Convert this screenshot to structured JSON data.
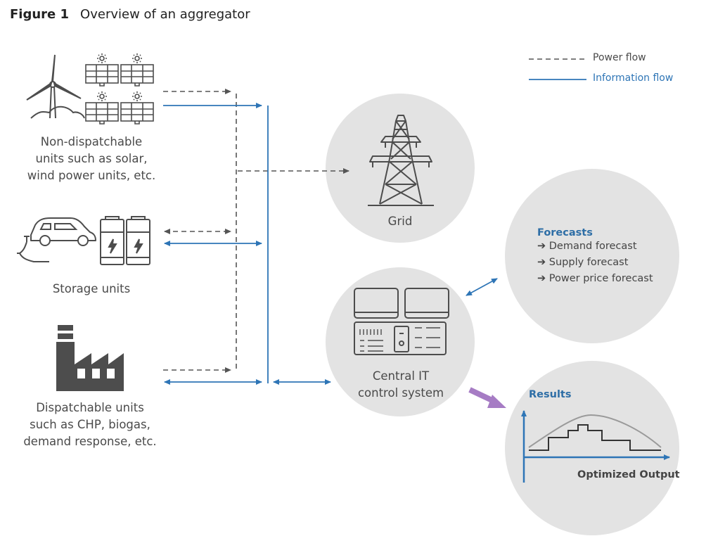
{
  "figure": {
    "number": "Figure 1",
    "title": "Overview of an aggregator"
  },
  "legend": {
    "power_flow": "Power flow",
    "information_flow": "Information flow"
  },
  "units": {
    "non_dispatchable": [
      "Non-dispatchable",
      "units such as solar,",
      "wind power units, etc."
    ],
    "storage": [
      "Storage units"
    ],
    "dispatchable": [
      "Dispatchable units",
      "such as CHP, biogas,",
      "demand response, etc."
    ]
  },
  "grid": {
    "label": "Grid"
  },
  "central": {
    "label": [
      "Central IT",
      "control system"
    ]
  },
  "forecasts": {
    "title": "Forecasts",
    "items": [
      "Demand forecast",
      "Supply forecast",
      "Power price forecast"
    ],
    "arrow_glyph": "➔"
  },
  "results": {
    "title": "Results",
    "x_label": "Optimized Output"
  },
  "colors": {
    "information_flow": "#2e75b6",
    "power_flow": "#555555",
    "circle_fill": "#e3e3e3",
    "icon_stroke": "#4d4d4d",
    "results_arrow": "#a67cc4"
  }
}
